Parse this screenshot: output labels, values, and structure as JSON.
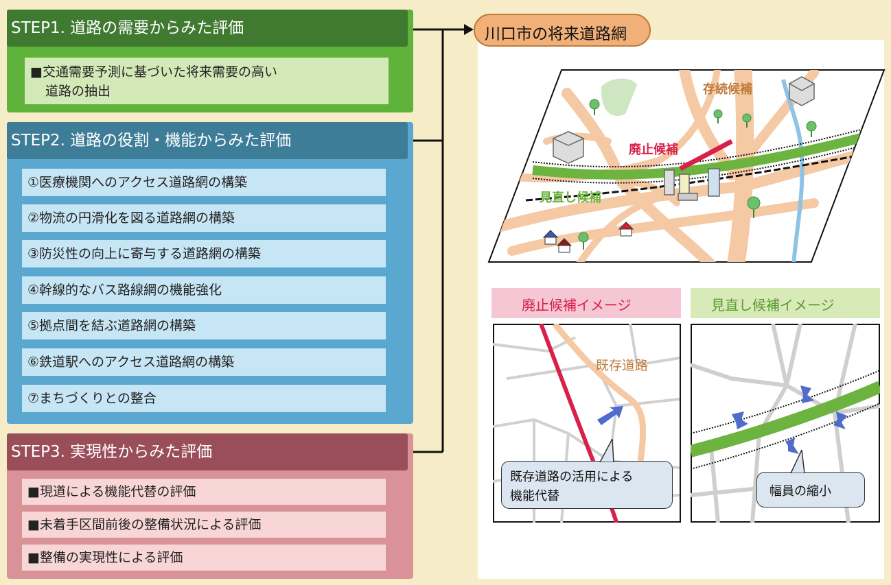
{
  "step1": {
    "title": "STEP1.  道路の需要からみた評価",
    "items": [
      "■交通需要予測に基づいた将来需要の高い",
      "道路の抽出"
    ]
  },
  "step2": {
    "title": "STEP2.  道路の役割・機能からみた評価",
    "items": [
      "①医療機関へのアクセス道路網の構築",
      "②物流の円滑化を図る道路網の構築",
      "③防災性の向上に寄与する道路網の構築",
      "④幹線的なバス路線網の機能強化",
      "⑤拠点間を結ぶ道路網の構築",
      "⑥鉄道駅へのアクセス道路網の構築",
      "⑦まちづくりとの整合"
    ]
  },
  "step3": {
    "title": "STEP3.  実現性からみた評価",
    "items": [
      "■現道による機能代替の評価",
      "■未着手区間前後の整備状況による評価",
      "■整備の実現性による評価"
    ]
  },
  "result": {
    "title": "川口市の将来道路網"
  },
  "map": {
    "label_keep": "存続候補",
    "label_abolish": "廃止候補",
    "label_review": "見直し候補"
  },
  "panels": {
    "abolish_title": "廃止候補イメージ",
    "review_title": "見直し候補イメージ",
    "existing_road": "既存道路",
    "bubble_abolish": [
      "既存道路の活用による",
      "機能代替"
    ],
    "bubble_review": "幅員の縮小"
  },
  "colors": {
    "step1": "#5aa833",
    "step2": "#57a5cb",
    "step3": "#d28d93",
    "abolish": "#d8204b",
    "review": "#6cb33f",
    "keep": "#c07a3a"
  }
}
